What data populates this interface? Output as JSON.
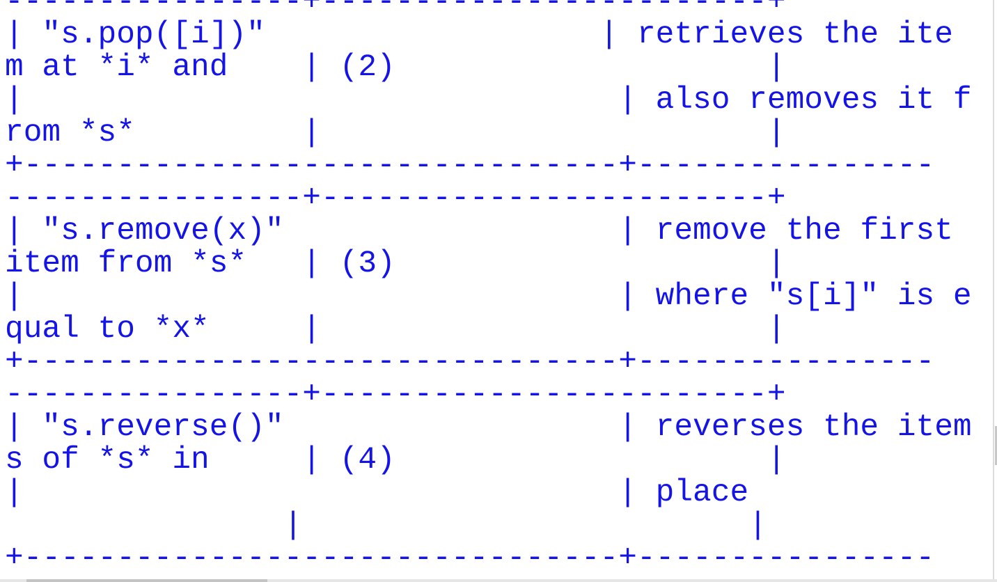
{
  "document": {
    "lines": [
      "----------------+------------------------+",
      "| \"s.pop([i])\"                  | retrieves the ite",
      "m at *i* and    | (2)                    |",
      "|                                | also removes it f",
      "rom *s*         |                        |",
      "+--------------------------------+----------------",
      "----------------+------------------------+",
      "| \"s.remove(x)\"                  | remove the first",
      "item from *s*   | (3)                    |",
      "|                                | where \"s[i]\" is e",
      "qual to *x*     |                        |",
      "+--------------------------------+----------------",
      "----------------+------------------------+",
      "| \"s.reverse()\"                  | reverses the item",
      "s of *s* in     | (4)                    |",
      "|                                | place",
      "               |                        |",
      "+--------------------------------+----------------"
    ]
  },
  "colors": {
    "text": "#1414e6",
    "background": "#ffffff"
  }
}
